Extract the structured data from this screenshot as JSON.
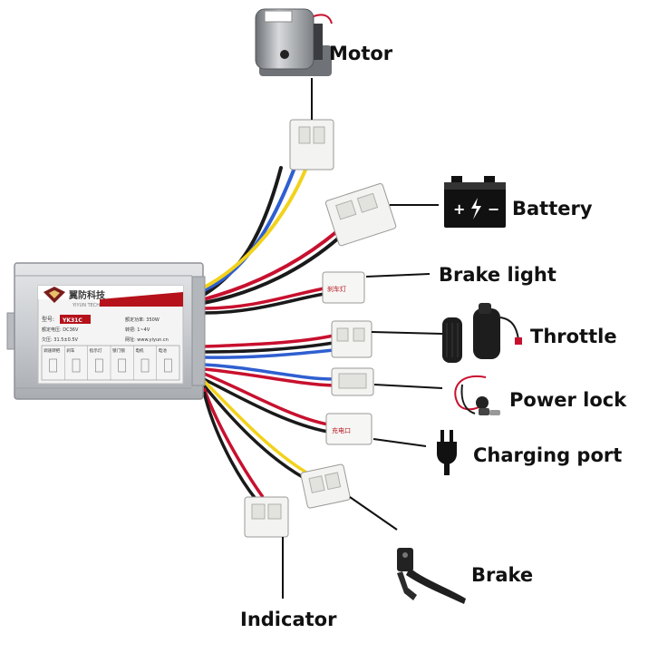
{
  "controller": {
    "brand_cn": "翼防科技",
    "brand_en": "YIYUN TECH",
    "model_label": "型号:",
    "model": "YK31C",
    "rated_power": "额定功率: 350W",
    "rated_voltage": "额定电压: DC36V",
    "undervoltage": "欠压: 31.5±0.5V",
    "handle": "转把: 1~4V",
    "website": "网址: www.yiyun.cn",
    "port_labels": [
      "调速转把",
      "刹车",
      "指示灯",
      "锁门锁",
      "电机",
      "电池"
    ]
  },
  "connector_tags": {
    "brake_light": "刹车灯",
    "charging_port": "充电口"
  },
  "components": [
    {
      "key": "motor",
      "label": "Motor",
      "icon": "motor-icon"
    },
    {
      "key": "battery",
      "label": "Battery",
      "icon": "battery-icon"
    },
    {
      "key": "brake_light",
      "label": "Brake light",
      "icon": ""
    },
    {
      "key": "throttle",
      "label": "Throttle",
      "icon": "throttle-grip-icon"
    },
    {
      "key": "power_lock",
      "label": "Power lock",
      "icon": "key-lock-icon"
    },
    {
      "key": "charging_port",
      "label": "Charging port",
      "icon": "plug-icon"
    },
    {
      "key": "brake",
      "label": "Brake",
      "icon": "brake-lever-icon"
    },
    {
      "key": "indicator",
      "label": "Indicator",
      "icon": ""
    }
  ],
  "colors": {
    "wire_yellow": "#f2d21b",
    "wire_blue": "#2f5fd0",
    "wire_red": "#c8102e",
    "wire_black": "#1a1a1a",
    "controller_body": "#c9ccd0",
    "brand_red": "#b5121b"
  }
}
